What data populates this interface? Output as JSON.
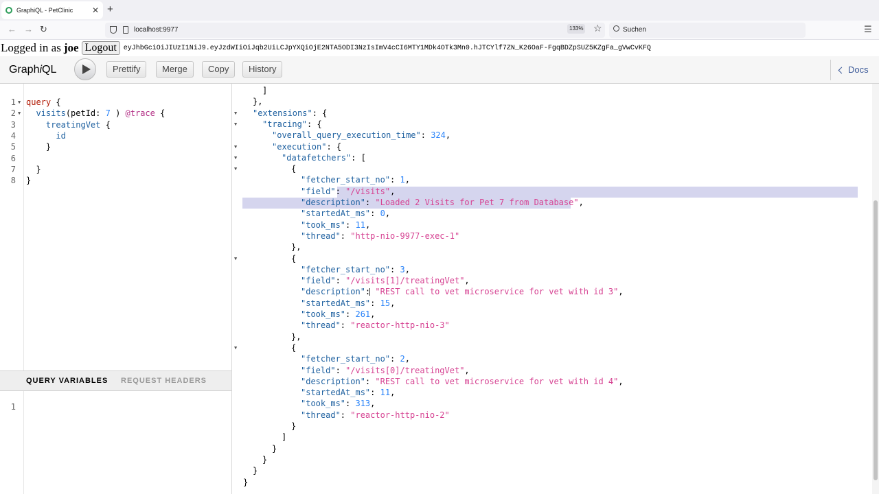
{
  "browser": {
    "tab_title": "GraphiQL - PetClinic",
    "tab_close": "✕",
    "new_tab": "+",
    "url": "localhost:9977",
    "zoom": "133%",
    "search_placeholder": "Suchen"
  },
  "session": {
    "prefix": "Logged in as",
    "user": "joe",
    "logout_label": "Logout",
    "token": "eyJhbGciOiJIUzI1NiJ9.eyJzdWIiOiJqb2UiLCJpYXQiOjE2NTA5ODI3NzIsImV4cCI6MTY1MDk4OTk3Mn0.hJTCYlf7ZN_K26OaF-FgqBDZpSUZ5KZgFa_gVwCvKFQ"
  },
  "toolbar": {
    "logo_prefix": "Graph",
    "logo_italic": "i",
    "logo_suffix": "QL",
    "prettify": "Prettify",
    "merge": "Merge",
    "copy": "Copy",
    "history": "History",
    "docs": "Docs"
  },
  "query_editor": {
    "lines": [
      {
        "n": "1",
        "fold": "▼",
        "parts": [
          [
            "kw",
            "query"
          ],
          [
            "",
            "{"
          ]
        ],
        "pre": ""
      },
      {
        "n": "2",
        "fold": "▼",
        "parts": [
          [
            "fn",
            "visits"
          ],
          [
            "",
            "(petId: "
          ],
          [
            "num",
            "7"
          ],
          [
            "",
            " ) "
          ],
          [
            "dir",
            "@trace"
          ],
          [
            "",
            " {"
          ]
        ],
        "pre": "  "
      },
      {
        "n": "3",
        "fold": "",
        "parts": [
          [
            "prop",
            "treatingVet"
          ],
          [
            "",
            " {"
          ]
        ],
        "pre": "    "
      },
      {
        "n": "4",
        "fold": "",
        "parts": [
          [
            "prop",
            "id"
          ]
        ],
        "pre": "      "
      },
      {
        "n": "5",
        "fold": "",
        "parts": [
          [
            "",
            "}"
          ]
        ],
        "pre": "    "
      },
      {
        "n": "6",
        "fold": "",
        "parts": [],
        "pre": ""
      },
      {
        "n": "7",
        "fold": "",
        "parts": [
          [
            "",
            "}"
          ]
        ],
        "pre": "  "
      },
      {
        "n": "8",
        "fold": "",
        "parts": [
          [
            "",
            "}"
          ]
        ],
        "pre": ""
      }
    ]
  },
  "variables_panel": {
    "tab_variables": "QUERY VARIABLES",
    "tab_headers": "REQUEST HEADERS",
    "line_number": "1"
  },
  "result": {
    "lines": [
      {
        "i": 2,
        "t": [
          [
            "",
            "]"
          ]
        ]
      },
      {
        "i": 1,
        "t": [
          [
            "",
            "},"
          ]
        ]
      },
      {
        "i": 1,
        "f": 1,
        "t": [
          [
            "k",
            "\"extensions\""
          ],
          [
            "",
            ": {"
          ]
        ]
      },
      {
        "i": 2,
        "f": 0,
        "t": [
          [
            "k",
            "\"tracing\""
          ],
          [
            "",
            ": {"
          ]
        ]
      },
      {
        "i": 3,
        "t": [
          [
            "k",
            "\"overall_query_execution_time\""
          ],
          [
            "",
            ": "
          ],
          [
            "n",
            "324"
          ],
          [
            "",
            ","
          ]
        ]
      },
      {
        "i": 3,
        "f": 1,
        "t": [
          [
            "k",
            "\"execution\""
          ],
          [
            "",
            ": {"
          ]
        ]
      },
      {
        "i": 4,
        "f": 1,
        "t": [
          [
            "k",
            "\"datafetchers\""
          ],
          [
            "",
            ": ["
          ]
        ]
      },
      {
        "i": 5,
        "f": 1,
        "t": [
          [
            "",
            "{"
          ]
        ]
      },
      {
        "i": 6,
        "t": [
          [
            "k",
            "\"fetcher_start_no\""
          ],
          [
            "",
            ": "
          ],
          [
            "n",
            "1"
          ],
          [
            "",
            ","
          ]
        ]
      },
      {
        "i": 6,
        "t": [
          [
            "k",
            "\"field\""
          ],
          [
            "",
            ": "
          ],
          [
            "s",
            "\"/visits\""
          ],
          [
            "",
            ","
          ]
        ]
      },
      {
        "i": 6,
        "t": [
          [
            "k",
            "\"description\""
          ],
          [
            "",
            ": "
          ],
          [
            "s",
            "\"Loaded 2 Visits for Pet 7 from Database\""
          ],
          [
            "",
            ","
          ]
        ]
      },
      {
        "i": 6,
        "t": [
          [
            "k",
            "\"startedAt_ms\""
          ],
          [
            "",
            ": "
          ],
          [
            "n",
            "0"
          ],
          [
            "",
            ","
          ]
        ]
      },
      {
        "i": 6,
        "t": [
          [
            "k",
            "\"took_ms\""
          ],
          [
            "",
            ": "
          ],
          [
            "n",
            "11"
          ],
          [
            "",
            ","
          ]
        ]
      },
      {
        "i": 6,
        "t": [
          [
            "k",
            "\"thread\""
          ],
          [
            "",
            ": "
          ],
          [
            "s",
            "\"http-nio-9977-exec-1\""
          ]
        ]
      },
      {
        "i": 5,
        "t": [
          [
            "",
            "},"
          ]
        ]
      },
      {
        "i": 5,
        "f": 1,
        "t": [
          [
            "",
            "{"
          ]
        ]
      },
      {
        "i": 6,
        "t": [
          [
            "k",
            "\"fetcher_start_no\""
          ],
          [
            "",
            ": "
          ],
          [
            "n",
            "3"
          ],
          [
            "",
            ","
          ]
        ]
      },
      {
        "i": 6,
        "t": [
          [
            "k",
            "\"field\""
          ],
          [
            "",
            ": "
          ],
          [
            "s",
            "\"/visits[1]/treatingVet\""
          ],
          [
            "",
            ","
          ]
        ]
      },
      {
        "i": 6,
        "t": [
          [
            "k",
            "\"description\""
          ],
          [
            "",
            ": "
          ],
          [
            "s",
            "\"REST call to vet microservice for vet with id 3\""
          ],
          [
            "",
            ","
          ]
        ]
      },
      {
        "i": 6,
        "t": [
          [
            "k",
            "\"startedAt_ms\""
          ],
          [
            "",
            ": "
          ],
          [
            "n",
            "15"
          ],
          [
            "",
            ","
          ]
        ]
      },
      {
        "i": 6,
        "t": [
          [
            "k",
            "\"took_ms\""
          ],
          [
            "",
            ": "
          ],
          [
            "n",
            "261"
          ],
          [
            "",
            ","
          ]
        ]
      },
      {
        "i": 6,
        "t": [
          [
            "k",
            "\"thread\""
          ],
          [
            "",
            ": "
          ],
          [
            "s",
            "\"reactor-http-nio-3\""
          ]
        ]
      },
      {
        "i": 5,
        "t": [
          [
            "",
            "},"
          ]
        ]
      },
      {
        "i": 5,
        "f": 1,
        "t": [
          [
            "",
            "{"
          ]
        ]
      },
      {
        "i": 6,
        "t": [
          [
            "k",
            "\"fetcher_start_no\""
          ],
          [
            "",
            ": "
          ],
          [
            "n",
            "2"
          ],
          [
            "",
            ","
          ]
        ]
      },
      {
        "i": 6,
        "t": [
          [
            "k",
            "\"field\""
          ],
          [
            "",
            ": "
          ],
          [
            "s",
            "\"/visits[0]/treatingVet\""
          ],
          [
            "",
            ","
          ]
        ]
      },
      {
        "i": 6,
        "t": [
          [
            "k",
            "\"description\""
          ],
          [
            "",
            ": "
          ],
          [
            "s",
            "\"REST call to vet microservice for vet with id 4\""
          ],
          [
            "",
            ","
          ]
        ]
      },
      {
        "i": 6,
        "t": [
          [
            "k",
            "\"startedAt_ms\""
          ],
          [
            "",
            ": "
          ],
          [
            "n",
            "11"
          ],
          [
            "",
            ","
          ]
        ]
      },
      {
        "i": 6,
        "t": [
          [
            "k",
            "\"took_ms\""
          ],
          [
            "",
            ": "
          ],
          [
            "n",
            "313"
          ],
          [
            "",
            ","
          ]
        ]
      },
      {
        "i": 6,
        "t": [
          [
            "k",
            "\"thread\""
          ],
          [
            "",
            ": "
          ],
          [
            "s",
            "\"reactor-http-nio-2\""
          ]
        ]
      },
      {
        "i": 5,
        "t": [
          [
            "",
            "}"
          ]
        ]
      },
      {
        "i": 4,
        "t": [
          [
            "",
            "]"
          ]
        ]
      },
      {
        "i": 3,
        "t": [
          [
            "",
            "}"
          ]
        ]
      },
      {
        "i": 2,
        "t": [
          [
            "",
            "}"
          ]
        ]
      },
      {
        "i": 1,
        "t": [
          [
            "",
            "}"
          ]
        ]
      },
      {
        "i": 0,
        "t": [
          [
            "",
            "}"
          ]
        ]
      }
    ]
  }
}
